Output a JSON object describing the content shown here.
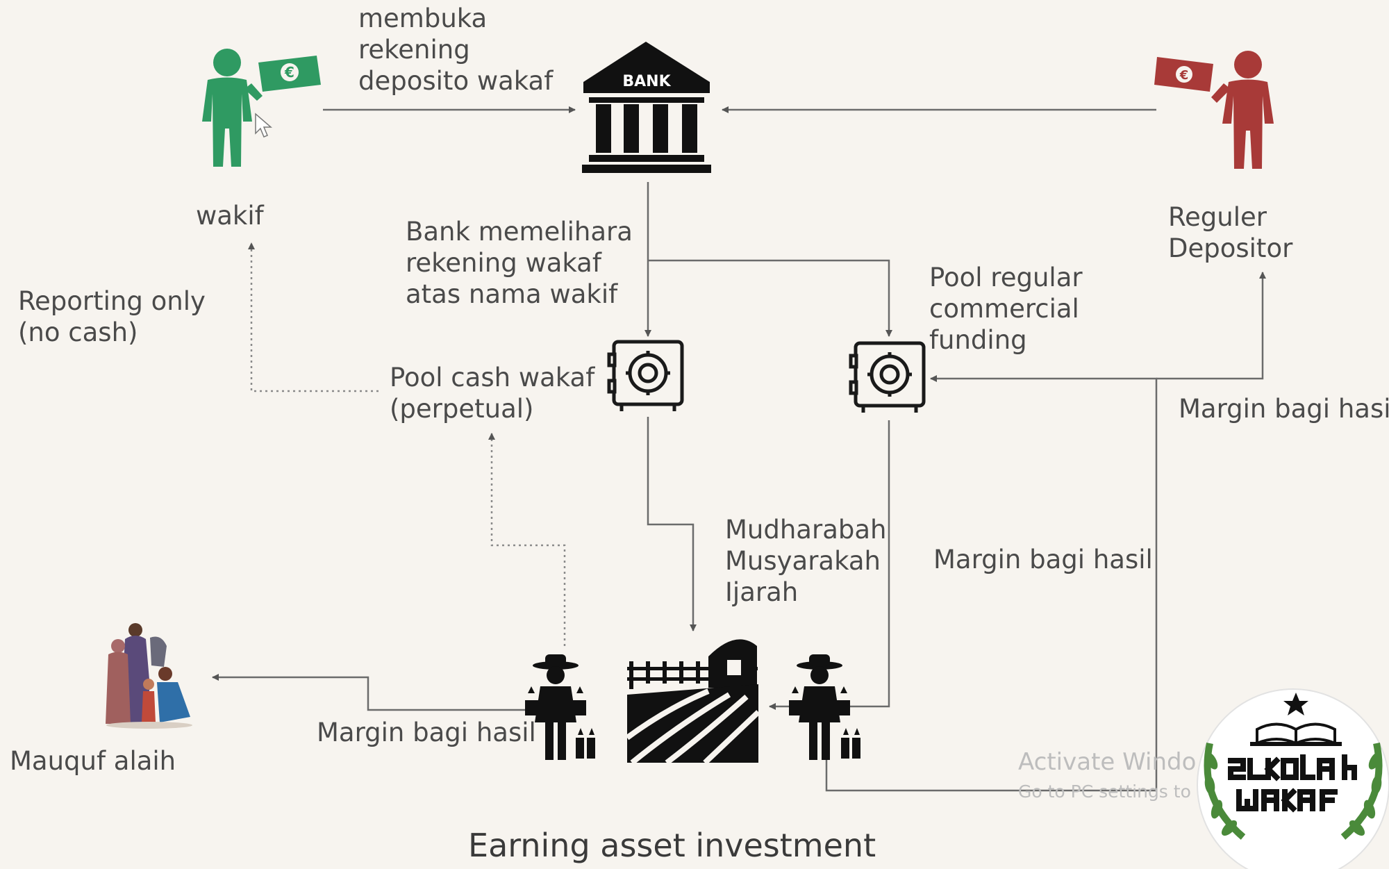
{
  "labels": {
    "open_account": [
      "membuka",
      "rekening",
      "deposito wakaf"
    ],
    "wakif": "wakif",
    "regular_depositor": [
      "Reguler",
      "Depositor"
    ],
    "reporting": [
      "Reporting only",
      "(no cash)"
    ],
    "bank_maintains": [
      "Bank memelihara",
      "rekening wakaf",
      "atas nama wakif"
    ],
    "pool_regular": [
      "Pool regular",
      "commercial",
      "funding"
    ],
    "pool_cash_wakaf": [
      "Pool cash wakaf",
      "(perpetual)"
    ],
    "margin_right": "Margin bagi hasil",
    "contracts": [
      "Mudharabah",
      "Musyarakah",
      "Ijarah"
    ],
    "margin_middle": "Margin bagi hasil",
    "margin_left": "Margin bagi hasil",
    "mauquf": "Mauquf alaih",
    "earning": "Earning asset investment",
    "bank_text": "BANK"
  },
  "watermark": {
    "line1": "Activate Windo",
    "line2": "Go to PC settings to"
  },
  "logo": {
    "line1": "Sekolah",
    "line2": "Wakaf"
  },
  "icons": {
    "wakif": "person-with-euro-bill-icon",
    "depositor": "person-with-euro-bill-icon",
    "bank": "bank-building-icon",
    "safe": "safe-vault-icon",
    "farmer": "farmer-with-plants-icon",
    "farm": "farm-field-barn-icon",
    "family": "family-group-icon",
    "cursor": "mouse-cursor-icon",
    "logo": "sekolah-wakaf-logo"
  },
  "colors": {
    "background": "#f7f4ef",
    "wakif_green": "#2f9a62",
    "depositor_red": "#a83a38",
    "line": "#6b6b6b",
    "dotted_line": "#8a8a8a",
    "icon_black": "#111111",
    "logo_green": "#4a8a3a"
  }
}
